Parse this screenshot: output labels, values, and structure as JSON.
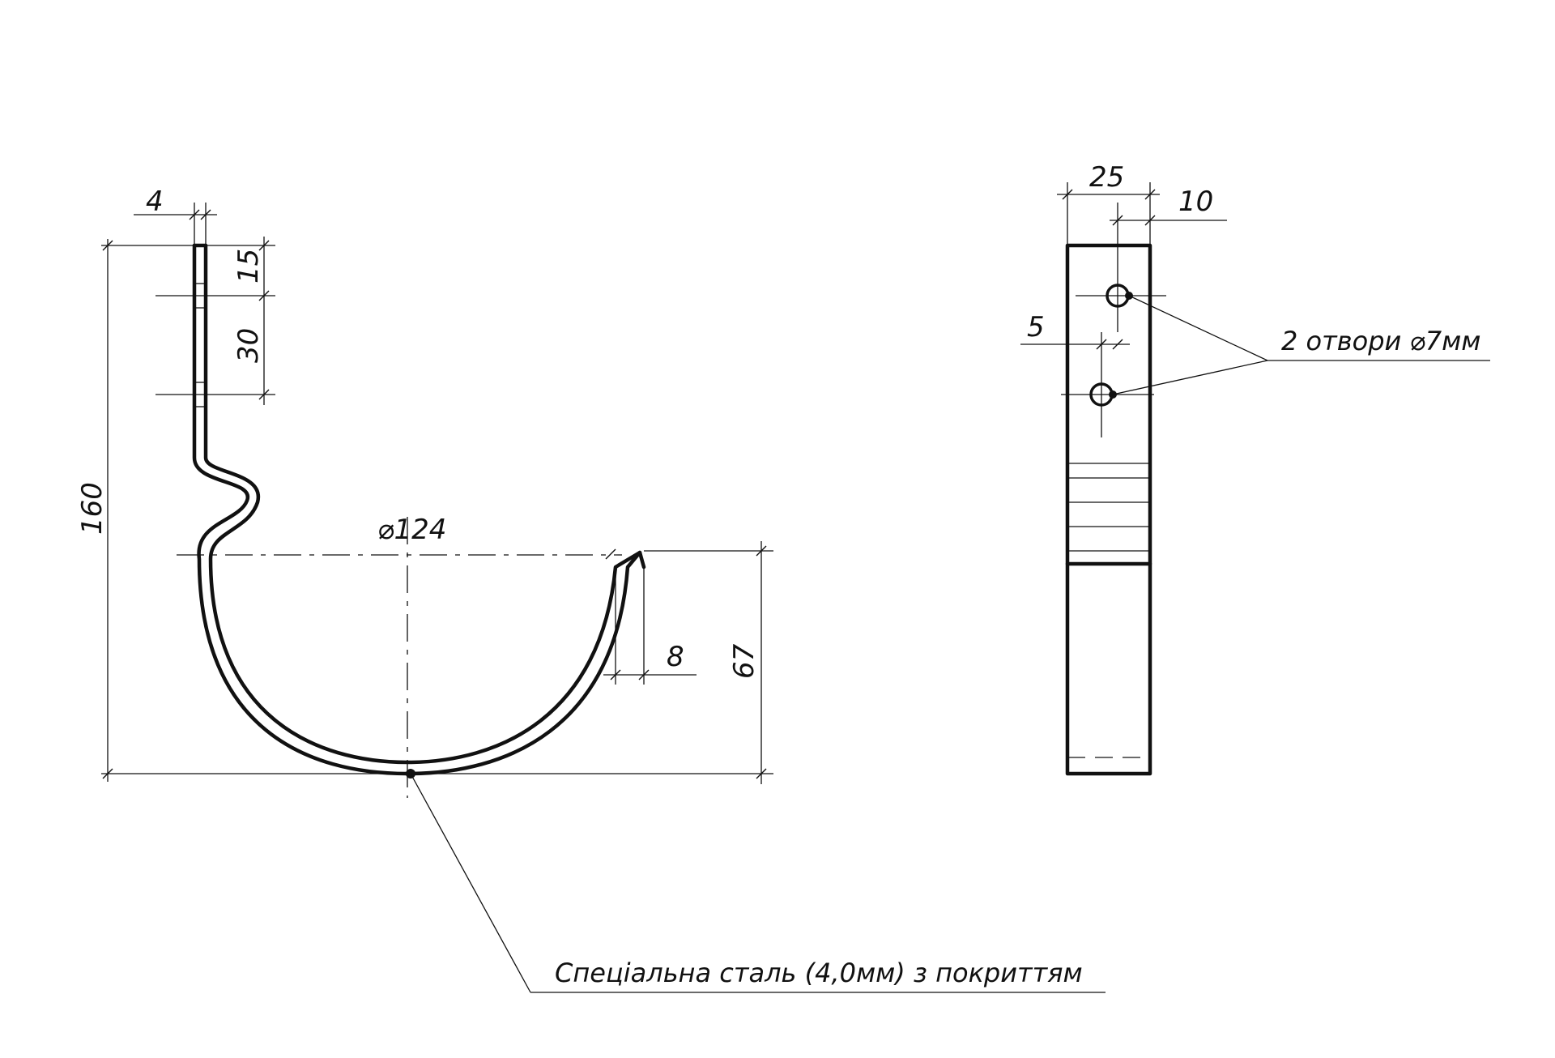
{
  "dimensions": {
    "thickness": "4",
    "hole_offset_top": "15",
    "hole_spacing": "30",
    "total_height": "160",
    "diameter": "⌀124",
    "lip_height": "8",
    "depth": "67",
    "strap_width": "25",
    "hole_axis_offset": "10",
    "hole_stagger": "5"
  },
  "notes": {
    "holes": "2 отвори ⌀7мм",
    "material": "Спеціальна сталь (4,0мм) з покриттям"
  }
}
